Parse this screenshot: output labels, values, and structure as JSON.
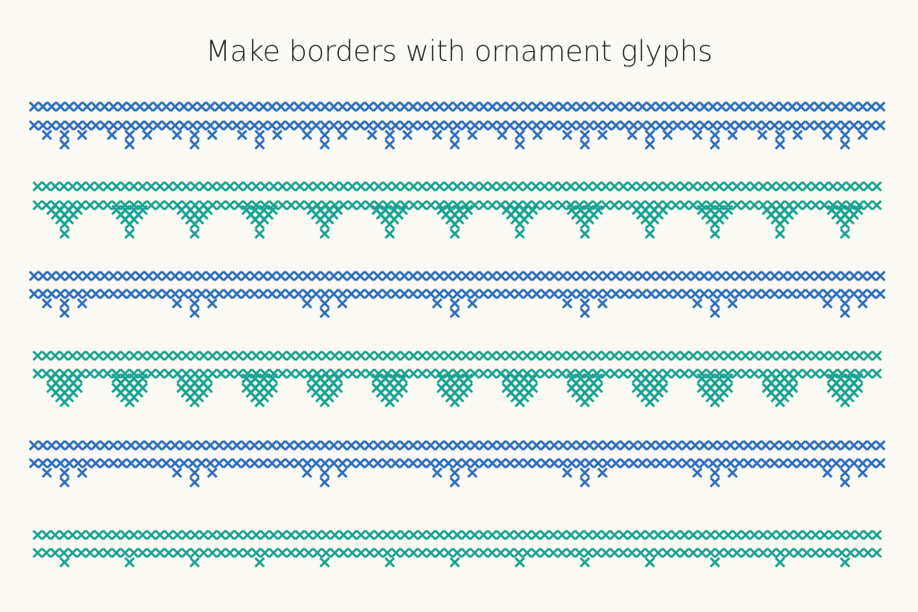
{
  "title": "Make borders with ornament glyphs",
  "colors": {
    "blue": "#2f6fba",
    "teal": "#1aa293",
    "background": "#fbfaf4"
  },
  "borders": [
    {
      "name": "blue-small-pendant-border",
      "color": "blue",
      "motif": "small-pendant",
      "repeat": "every-group"
    },
    {
      "name": "teal-triangle-pendant-border",
      "color": "teal",
      "motif": "triangle-pendant",
      "repeat": "every-group"
    },
    {
      "name": "blue-sparse-pendant-border",
      "color": "blue",
      "motif": "small-pendant",
      "repeat": "every-other-group"
    },
    {
      "name": "teal-block-pendant-border",
      "color": "teal",
      "motif": "block-pendant",
      "repeat": "every-group"
    },
    {
      "name": "blue-sparse-pendant-border-2",
      "color": "blue",
      "motif": "small-pendant",
      "repeat": "every-other-group"
    },
    {
      "name": "teal-single-drop-border",
      "color": "teal",
      "motif": "single-drop",
      "repeat": "every-group"
    }
  ]
}
